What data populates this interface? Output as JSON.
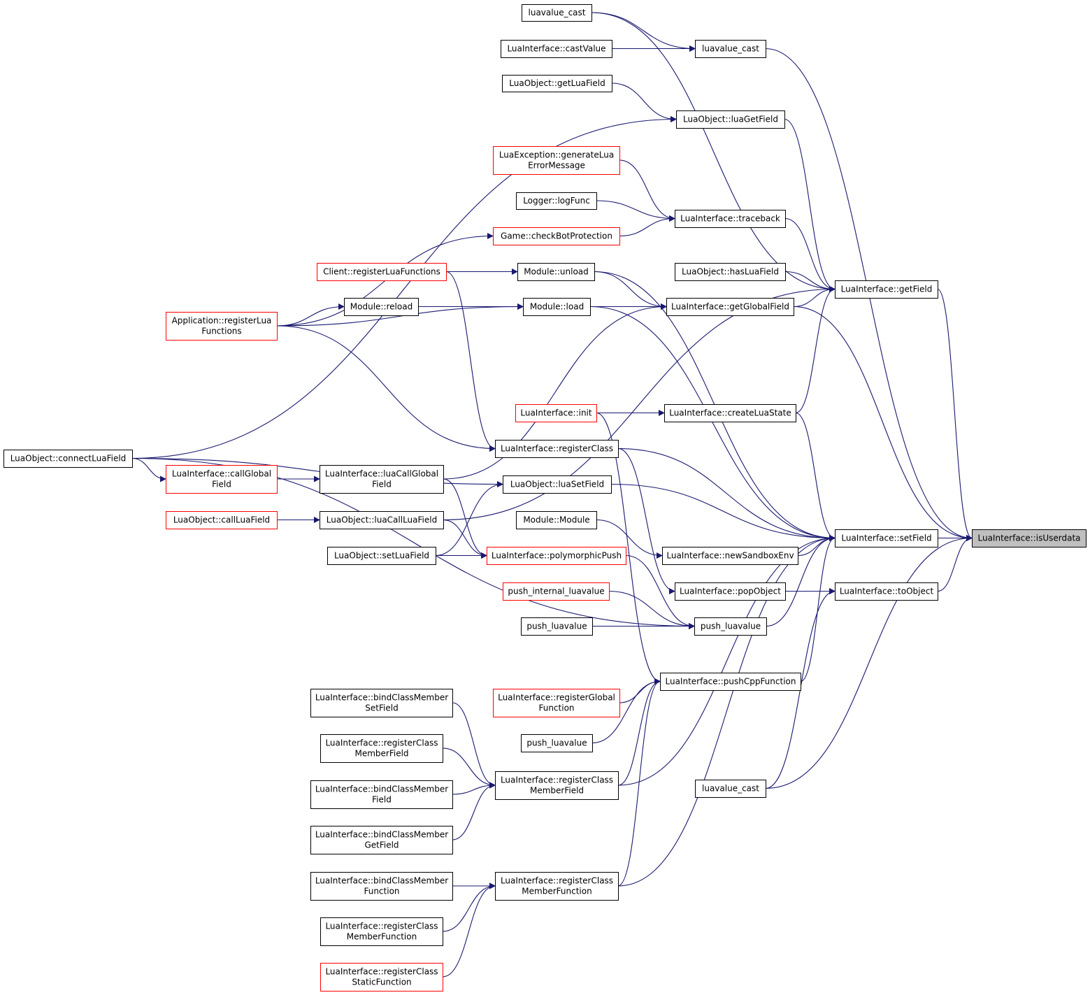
{
  "colors": {
    "edge": "#191970",
    "border_normal": "#000000",
    "border_truncated": "#ff0000",
    "focus_fill": "#bfbfbf",
    "node_fill": "#ffffff"
  },
  "legend_semantics": {
    "black_border": "function documented",
    "red_border": "graph truncated (more callers not shown)",
    "gray_fill": "focus function"
  },
  "nodes": [
    {
      "id": "isUserdata",
      "lines": [
        "LuaInterface::isUserdata"
      ],
      "style": "focus"
    },
    {
      "id": "setField",
      "lines": [
        "LuaInterface::setField"
      ],
      "style": "normal"
    },
    {
      "id": "getField",
      "lines": [
        "LuaInterface::getField"
      ],
      "style": "normal"
    },
    {
      "id": "toObject",
      "lines": [
        "LuaInterface::toObject"
      ],
      "style": "normal"
    },
    {
      "id": "luavalue_cast_top",
      "lines": [
        "luavalue_cast"
      ],
      "style": "normal"
    },
    {
      "id": "luavalue_cast_a",
      "lines": [
        "luavalue_cast"
      ],
      "style": "normal"
    },
    {
      "id": "castValue",
      "lines": [
        "LuaInterface::castValue"
      ],
      "style": "normal"
    },
    {
      "id": "getLuaField",
      "lines": [
        "LuaObject::getLuaField"
      ],
      "style": "normal"
    },
    {
      "id": "luaGetField",
      "lines": [
        "LuaObject::luaGetField"
      ],
      "style": "normal"
    },
    {
      "id": "generateLua",
      "lines": [
        "LuaException::generateLua",
        "ErrorMessage"
      ],
      "style": "truncated"
    },
    {
      "id": "logFunc",
      "lines": [
        "Logger::logFunc"
      ],
      "style": "normal"
    },
    {
      "id": "traceback",
      "lines": [
        "LuaInterface::traceback"
      ],
      "style": "normal"
    },
    {
      "id": "checkBot",
      "lines": [
        "Game::checkBotProtection"
      ],
      "style": "truncated"
    },
    {
      "id": "clientReg",
      "lines": [
        "Client::registerLuaFunctions"
      ],
      "style": "truncated"
    },
    {
      "id": "unload",
      "lines": [
        "Module::unload"
      ],
      "style": "normal"
    },
    {
      "id": "hasLuaField",
      "lines": [
        "LuaObject::hasLuaField"
      ],
      "style": "normal"
    },
    {
      "id": "appReg",
      "lines": [
        "Application::registerLua",
        "Functions"
      ],
      "style": "truncated"
    },
    {
      "id": "reload",
      "lines": [
        "Module::reload"
      ],
      "style": "normal"
    },
    {
      "id": "load",
      "lines": [
        "Module::load"
      ],
      "style": "normal"
    },
    {
      "id": "getGlobalField",
      "lines": [
        "LuaInterface::getGlobalField"
      ],
      "style": "normal"
    },
    {
      "id": "init",
      "lines": [
        "LuaInterface::init"
      ],
      "style": "truncated"
    },
    {
      "id": "createLuaState",
      "lines": [
        "LuaInterface::createLuaState"
      ],
      "style": "normal"
    },
    {
      "id": "connectLuaField",
      "lines": [
        "LuaObject::connectLuaField"
      ],
      "style": "normal"
    },
    {
      "id": "registerClass",
      "lines": [
        "LuaInterface::registerClass"
      ],
      "style": "normal"
    },
    {
      "id": "callGlobalField",
      "lines": [
        "LuaInterface::callGlobal",
        "Field"
      ],
      "style": "truncated"
    },
    {
      "id": "luaCallGlobalField",
      "lines": [
        "LuaInterface::luaCallGlobal",
        "Field"
      ],
      "style": "normal"
    },
    {
      "id": "luaSetField",
      "lines": [
        "LuaObject::luaSetField"
      ],
      "style": "normal"
    },
    {
      "id": "callLuaField",
      "lines": [
        "LuaObject::callLuaField"
      ],
      "style": "truncated"
    },
    {
      "id": "luaCallLuaField",
      "lines": [
        "LuaObject::luaCallLuaField"
      ],
      "style": "normal"
    },
    {
      "id": "moduleCtor",
      "lines": [
        "Module::Module"
      ],
      "style": "normal"
    },
    {
      "id": "setLuaField",
      "lines": [
        "LuaObject::setLuaField"
      ],
      "style": "normal"
    },
    {
      "id": "polymorphicPush",
      "lines": [
        "LuaInterface::polymorphicPush"
      ],
      "style": "truncated"
    },
    {
      "id": "newSandboxEnv",
      "lines": [
        "LuaInterface::newSandboxEnv"
      ],
      "style": "normal"
    },
    {
      "id": "popObject",
      "lines": [
        "LuaInterface::popObject"
      ],
      "style": "normal"
    },
    {
      "id": "push_internal",
      "lines": [
        "push_internal_luavalue"
      ],
      "style": "truncated"
    },
    {
      "id": "push_luavalue_a",
      "lines": [
        "push_luavalue"
      ],
      "style": "normal"
    },
    {
      "id": "push_luavalue_b",
      "lines": [
        "push_luavalue"
      ],
      "style": "normal"
    },
    {
      "id": "pushCppFunction",
      "lines": [
        "LuaInterface::pushCppFunction"
      ],
      "style": "normal"
    },
    {
      "id": "bindSetField",
      "lines": [
        "LuaInterface::bindClassMember",
        "SetField"
      ],
      "style": "normal"
    },
    {
      "id": "registerGlobalFunction",
      "lines": [
        "LuaInterface::registerGlobal",
        "Function"
      ],
      "style": "truncated"
    },
    {
      "id": "regMemberField1",
      "lines": [
        "LuaInterface::registerClass",
        "MemberField"
      ],
      "style": "normal"
    },
    {
      "id": "push_luavalue_c",
      "lines": [
        "push_luavalue"
      ],
      "style": "normal"
    },
    {
      "id": "regMemberField2",
      "lines": [
        "LuaInterface::registerClass",
        "MemberField"
      ],
      "style": "normal"
    },
    {
      "id": "bindField",
      "lines": [
        "LuaInterface::bindClassMember",
        "Field"
      ],
      "style": "normal"
    },
    {
      "id": "luavalue_cast_b",
      "lines": [
        "luavalue_cast"
      ],
      "style": "normal"
    },
    {
      "id": "bindGetField",
      "lines": [
        "LuaInterface::bindClassMember",
        "GetField"
      ],
      "style": "normal"
    },
    {
      "id": "bindFunction",
      "lines": [
        "LuaInterface::bindClassMember",
        "Function"
      ],
      "style": "normal"
    },
    {
      "id": "regMemberFunction2",
      "lines": [
        "LuaInterface::registerClass",
        "MemberFunction"
      ],
      "style": "normal"
    },
    {
      "id": "regMemberFunction1",
      "lines": [
        "LuaInterface::registerClass",
        "MemberFunction"
      ],
      "style": "normal"
    },
    {
      "id": "regStaticFunction",
      "lines": [
        "LuaInterface::registerClass",
        "StaticFunction"
      ],
      "style": "truncated"
    }
  ],
  "edges": [
    {
      "from": "setField",
      "to": "isUserdata"
    },
    {
      "from": "getField",
      "to": "isUserdata"
    },
    {
      "from": "toObject",
      "to": "isUserdata"
    },
    {
      "from": "luavalue_cast_a",
      "to": "isUserdata"
    },
    {
      "from": "getGlobalField",
      "to": "isUserdata"
    },
    {
      "from": "luavalue_cast_b",
      "to": "isUserdata"
    },
    {
      "from": "luavalue_cast_top",
      "to": "getField"
    },
    {
      "from": "luaGetField",
      "to": "getField"
    },
    {
      "from": "traceback",
      "to": "getField"
    },
    {
      "from": "hasLuaField",
      "to": "getField"
    },
    {
      "from": "getGlobalField",
      "to": "getField"
    },
    {
      "from": "createLuaState",
      "to": "getField"
    },
    {
      "from": "luaCallLuaField",
      "to": "getField"
    },
    {
      "from": "castValue",
      "to": "luavalue_cast_a"
    },
    {
      "from": "luavalue_cast_top",
      "to": "luavalue_cast_a"
    },
    {
      "from": "getLuaField",
      "to": "luaGetField"
    },
    {
      "from": "connectLuaField",
      "to": "luaGetField"
    },
    {
      "from": "generateLua",
      "to": "traceback"
    },
    {
      "from": "logFunc",
      "to": "traceback"
    },
    {
      "from": "checkBot",
      "to": "traceback"
    },
    {
      "from": "appReg",
      "to": "checkBot"
    },
    {
      "from": "clientReg",
      "to": "unload"
    },
    {
      "from": "appReg",
      "to": "reload"
    },
    {
      "from": "appReg",
      "to": "load"
    },
    {
      "from": "reload",
      "to": "load"
    },
    {
      "from": "unload",
      "to": "getGlobalField"
    },
    {
      "from": "load",
      "to": "getGlobalField"
    },
    {
      "from": "luaCallGlobalField",
      "to": "getGlobalField"
    },
    {
      "from": "init",
      "to": "createLuaState"
    },
    {
      "from": "callGlobalField",
      "to": "luaCallGlobalField"
    },
    {
      "from": "connectLuaField",
      "to": "callGlobalField"
    },
    {
      "from": "callLuaField",
      "to": "luaCallLuaField"
    },
    {
      "from": "clientReg",
      "to": "registerClass"
    },
    {
      "from": "appReg",
      "to": "registerClass"
    },
    {
      "from": "registerClass",
      "to": "setField"
    },
    {
      "from": "luaSetField",
      "to": "setField"
    },
    {
      "from": "connectLuaField",
      "to": "luaSetField"
    },
    {
      "from": "setLuaField",
      "to": "luaSetField"
    },
    {
      "from": "newSandboxEnv",
      "to": "setField"
    },
    {
      "from": "moduleCtor",
      "to": "newSandboxEnv"
    },
    {
      "from": "push_luavalue_a",
      "to": "setField"
    },
    {
      "from": "unload",
      "to": "setField"
    },
    {
      "from": "load",
      "to": "setField"
    },
    {
      "from": "createLuaState",
      "to": "setField"
    },
    {
      "from": "pushCppFunction",
      "to": "setField"
    },
    {
      "from": "regMemberField2",
      "to": "setField"
    },
    {
      "from": "regMemberFunction2",
      "to": "setField"
    },
    {
      "from": "popObject",
      "to": "toObject"
    },
    {
      "from": "luavalue_cast_b",
      "to": "toObject"
    },
    {
      "from": "registerClass",
      "to": "popObject"
    },
    {
      "from": "luaCallGlobalField",
      "to": "polymorphicPush"
    },
    {
      "from": "luaCallLuaField",
      "to": "polymorphicPush"
    },
    {
      "from": "setLuaField",
      "to": "polymorphicPush"
    },
    {
      "from": "polymorphicPush",
      "to": "push_luavalue_a"
    },
    {
      "from": "push_internal",
      "to": "push_luavalue_a"
    },
    {
      "from": "push_luavalue_b",
      "to": "push_luavalue_a"
    },
    {
      "from": "connectLuaField",
      "to": "push_luavalue_a"
    },
    {
      "from": "init",
      "to": "pushCppFunction"
    },
    {
      "from": "registerGlobalFunction",
      "to": "pushCppFunction"
    },
    {
      "from": "push_luavalue_c",
      "to": "pushCppFunction"
    },
    {
      "from": "regMemberField2",
      "to": "pushCppFunction"
    },
    {
      "from": "regMemberFunction2",
      "to": "pushCppFunction"
    },
    {
      "from": "bindSetField",
      "to": "regMemberField2"
    },
    {
      "from": "regMemberField1",
      "to": "regMemberField2"
    },
    {
      "from": "bindField",
      "to": "regMemberField2"
    },
    {
      "from": "bindGetField",
      "to": "regMemberField2"
    },
    {
      "from": "bindFunction",
      "to": "regMemberFunction2"
    },
    {
      "from": "regMemberFunction1",
      "to": "regMemberFunction2"
    },
    {
      "from": "regStaticFunction",
      "to": "regMemberFunction2"
    }
  ]
}
